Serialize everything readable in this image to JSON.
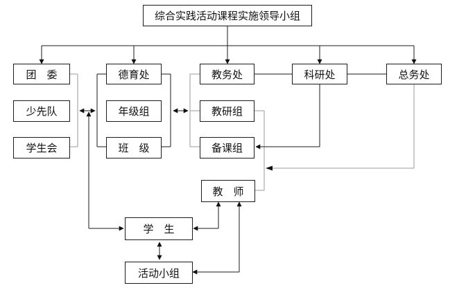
{
  "diagram": {
    "title": "综合实践活动课程实施领导小组",
    "nodes": {
      "tuanwei": "团　委",
      "shaoxiandui": "少先队",
      "xueshenghui": "学生会",
      "deyuchu": "德育处",
      "nianjizu": "年级组",
      "banji": "班　级",
      "jiaowuchu": "教务处",
      "jiaoyanzu": "教研组",
      "beikezu": "备课组",
      "keyanchu": "科研处",
      "zongwuchu": "总务处",
      "jiaoshi": "教　师",
      "xuesheng": "学　生",
      "huodongxiaozu": "活动小组"
    }
  }
}
